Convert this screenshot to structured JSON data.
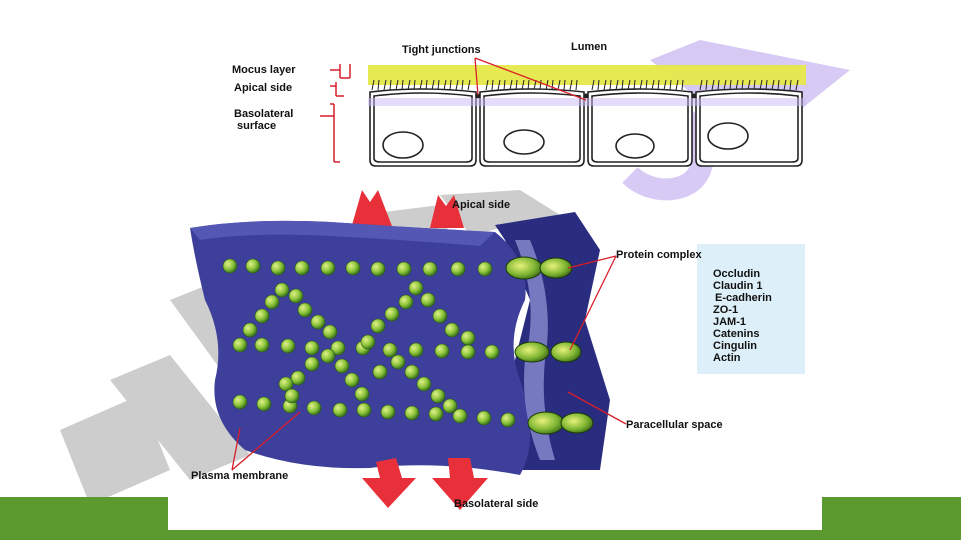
{
  "top_diagram": {
    "lumen": "Lumen",
    "tight_junctions": "Tight junctions",
    "mucus_layer": "Mocus layer",
    "apical_side": "Apical side",
    "basolateral_surface_line1": "Basolateral",
    "basolateral_surface_line2": "surface"
  },
  "bottom_diagram": {
    "apical_side": "Apical side",
    "protein_complex": "Protein complex",
    "paracellular_space": "Paracellular space",
    "plasma_membrane": "Plasma membrane",
    "basolateral_side": "Basolateral side",
    "proteins": [
      "Occludin",
      "Claudin 1",
      "E-cadherin",
      "ZO-1",
      "JAM-1",
      "Catenins",
      "Cingulin",
      "Actin"
    ]
  },
  "colors": {
    "mucus": "#e6e84a",
    "membrane": "#3d3f9a",
    "membrane_light": "#5557b5",
    "beads": "#8cc43a",
    "arrows": "#e8303a",
    "leader_lines": "#d81e2a",
    "legend_bg": "#ddeff8",
    "footer_green": "#5a9a2e",
    "watermark": "#c8c8c8",
    "watermark_purple": "#c9b9f2"
  }
}
